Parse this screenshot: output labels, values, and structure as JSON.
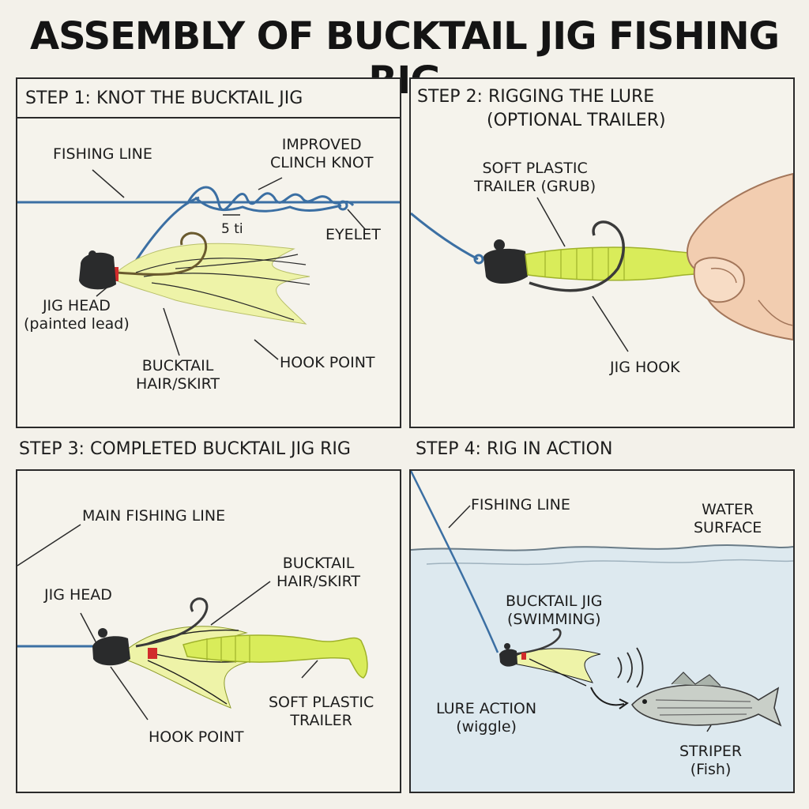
{
  "title": "ASSEMBLY OF BUCKTAIL JIG FISHING RIG",
  "colors": {
    "line": "#3b6fa3",
    "hook": "#3a3a3a",
    "jig_head": "#2a2b2c",
    "skirt": "#eef3a8",
    "trailer": "#d9ec5a",
    "water": "#dde9ef",
    "collar": "#d12b2b"
  },
  "steps": [
    {
      "header": "STEP 1: KNOT THE BUCKTAIL JIG",
      "labels": {
        "fishing_line": "FISHING LINE",
        "knot_line1": "IMPROVED",
        "knot_line2": "CLINCH KNOT",
        "turns": "5 ti",
        "eyelet": "EYELET",
        "jig_head_line1": "JIG HEAD",
        "jig_head_line2": "(painted lead)",
        "bucktail_line1": "BUCKTAIL",
        "bucktail_line2": "HAIR/SKIRT",
        "hook_point": "HOOK POINT"
      }
    },
    {
      "header_line1": "STEP 2: RIGGING THE LURE",
      "header_line2": "(OPTIONAL TRAILER)",
      "labels": {
        "trailer_line1": "SOFT PLASTIC",
        "trailer_line2": "TRAILER (GRUB)",
        "jig_hook": "JIG HOOK"
      }
    },
    {
      "header": "STEP 3: COMPLETED BUCKTAIL JIG RIG",
      "labels": {
        "main_line": "MAIN FISHING LINE",
        "jig_head": "JIG HEAD",
        "bucktail_line1": "BUCKTAIL",
        "bucktail_line2": "HAIR/SKIRT",
        "trailer_line1": "SOFT PLASTIC",
        "trailer_line2": "TRAILER",
        "hook_point": "HOOK POINT"
      }
    },
    {
      "header": "STEP 4: RIG IN ACTION",
      "labels": {
        "fishing_line": "FISHING LINE",
        "water_line1": "WATER",
        "water_line2": "SURFACE",
        "jig_line1": "BUCKTAIL JIG",
        "jig_line2": "(SWIMMING)",
        "action_line1": "LURE ACTION",
        "action_line2": "(wiggle)",
        "fish_line1": "STRIPER",
        "fish_line2": "(Fish)"
      }
    }
  ]
}
